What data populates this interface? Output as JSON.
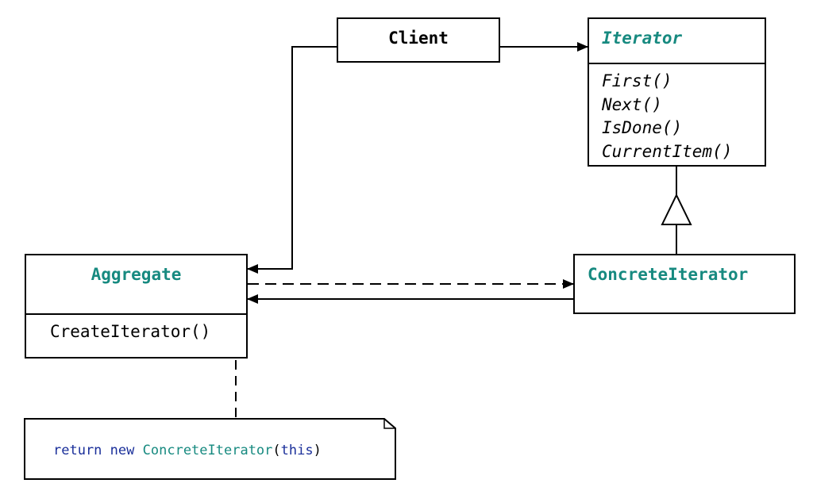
{
  "diagram": {
    "client": {
      "name": "Client"
    },
    "iterator": {
      "name": "Iterator",
      "operations": [
        "First()",
        "Next()",
        "IsDone()",
        "CurrentItem()"
      ]
    },
    "aggregate": {
      "name": "Aggregate",
      "operation": "CreateIterator()"
    },
    "concrete_iterator": {
      "name": "ConcreteIterator"
    },
    "note": {
      "keyword_return": "return",
      "keyword_new": "new",
      "class_name": "ConcreteIterator",
      "paren_open": "(",
      "keyword_this": "this",
      "paren_close": ")"
    }
  },
  "colors": {
    "accent_teal": "#178a80",
    "keyword_blue": "#1a2f9a",
    "line": "#000000"
  }
}
